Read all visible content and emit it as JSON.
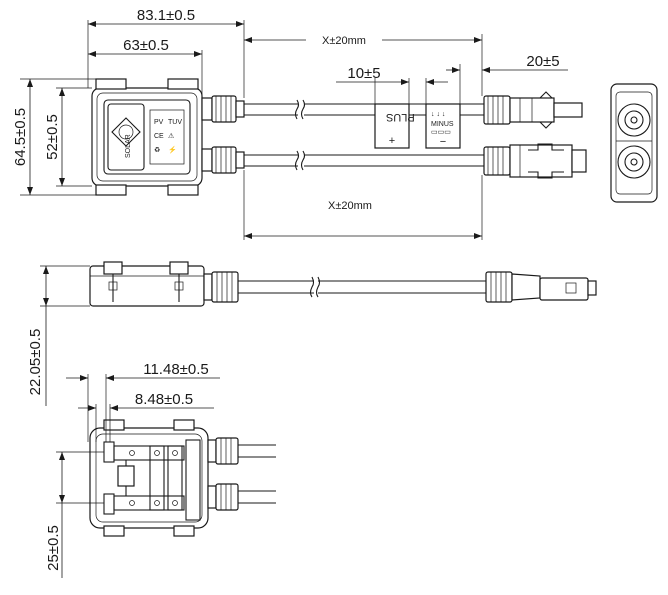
{
  "dimensions": {
    "overall_width": "83.1±0.5",
    "housing_width": "63±0.5",
    "cable_length_top": "X±20mm",
    "cable_length_bottom": "X±20mm",
    "label_offset": "10±5",
    "connector_offset": "20±5",
    "overall_height": "64.5±0.5",
    "housing_height": "52±0.5",
    "side_height": "22.05±0.5",
    "pin_spacing_outer": "11.48±0.5",
    "pin_spacing_inner": "8.48±0.5",
    "terminal_pitch": "25±0.5"
  },
  "labels": {
    "plus_label": "PLUS",
    "plus_sign": "+",
    "minus_label": "MINUS",
    "minus_sign": "−"
  }
}
